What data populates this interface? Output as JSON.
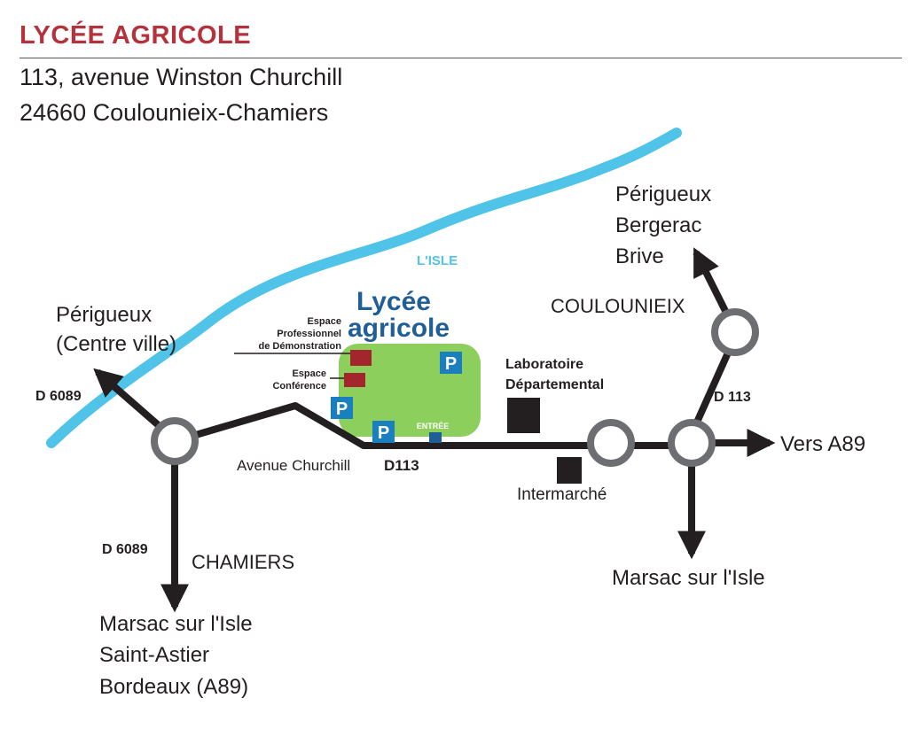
{
  "header": {
    "title": "LYCÉE AGRICOLE",
    "address_line1": "113, avenue Winston Churchill",
    "address_line2": "24660 Coulounieix-Chamiers"
  },
  "colors": {
    "title_red": "#b5323c",
    "river_blue": "#4fc3e8",
    "campus_green": "#8ccf5c",
    "school_blue": "#1f5e96",
    "parking_blue": "#1a7fbf",
    "building_red": "#a3262d",
    "road_dark": "#231f20",
    "roundabout_gray": "#6d6e71"
  },
  "map": {
    "river_label": "L'ISLE",
    "school_name_line1": "Lycée",
    "school_name_line2": "agricole",
    "espace_pro_line1": "Espace",
    "espace_pro_line2": "Professionnel",
    "espace_pro_line3": "de Démonstration",
    "espace_conf_line1": "Espace",
    "espace_conf_line2": "Conférence",
    "parking_symbol": "P",
    "entrance_label": "ENTRÉE",
    "lab_line1": "Laboratoire",
    "lab_line2": "Départemental",
    "intermarche": "Intermarché",
    "avenue": "Avenue Churchill",
    "d113_main": "D113",
    "d113_north": "D 113",
    "d6089_north": "D 6089",
    "d6089_south": "D 6089",
    "chamiers": "CHAMIERS",
    "coulounieix": "COULOUNIEIX",
    "nw_dest_line1": "Périgueux",
    "nw_dest_line2": "(Centre ville)",
    "sw_dest_line1": "Marsac sur l'Isle",
    "sw_dest_line2": "Saint-Astier",
    "sw_dest_line3": "Bordeaux (A89)",
    "ne_dest_line1": "Périgueux",
    "ne_dest_line2": "Bergerac",
    "ne_dest_line3": "Brive",
    "east_dest": "Vers A89",
    "se_dest": "Marsac sur l'Isle"
  }
}
